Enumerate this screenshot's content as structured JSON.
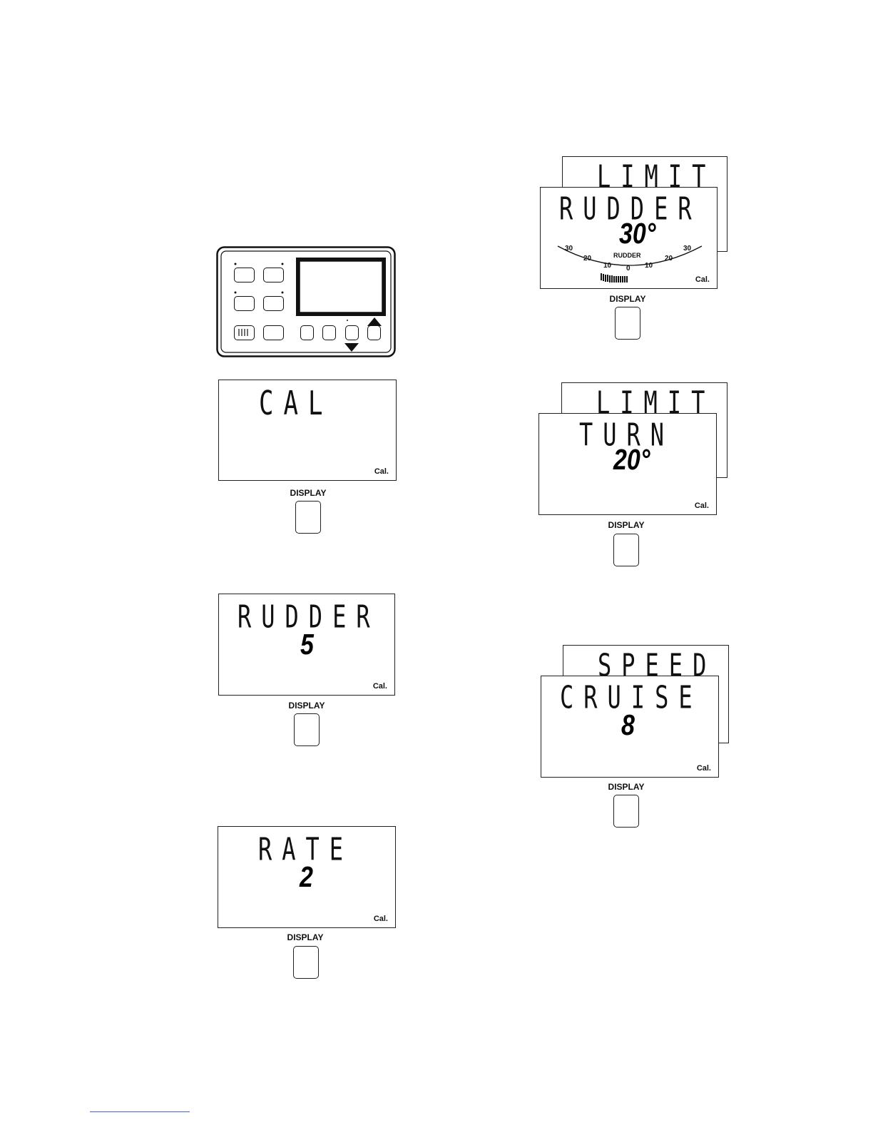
{
  "control_unit": {
    "buttons": [
      "",
      "",
      "",
      "",
      "",
      "",
      "",
      "",
      "",
      ""
    ]
  },
  "panels": {
    "cal": {
      "line1": "CAL",
      "cal_tag": "Cal.",
      "button_label": "DISPLAY"
    },
    "rudder_gain": {
      "line1": "RUDDER",
      "value": "5",
      "cal_tag": "Cal.",
      "button_label": "DISPLAY"
    },
    "rate": {
      "line1": "RATE",
      "value": "2",
      "cal_tag": "Cal.",
      "button_label": "DISPLAY"
    },
    "rudder_limit": {
      "back_line": "LIMIT",
      "line1": "RUDDER",
      "value": "30°",
      "cal_tag": "Cal.",
      "button_label": "DISPLAY",
      "scale": {
        "title": "RUDDER",
        "left_ticks": [
          "30",
          "20",
          "10"
        ],
        "center_tick": "0",
        "right_ticks": [
          "10",
          "20",
          "30"
        ]
      }
    },
    "turn_limit": {
      "back_line": "LIMIT",
      "line1": "TURN",
      "value": "20°",
      "cal_tag": "Cal.",
      "button_label": "DISPLAY"
    },
    "cruise_speed": {
      "back_line": "SPEED",
      "line1": "CRUISE",
      "value": "8",
      "cal_tag": "Cal.",
      "button_label": "DISPLAY"
    }
  }
}
